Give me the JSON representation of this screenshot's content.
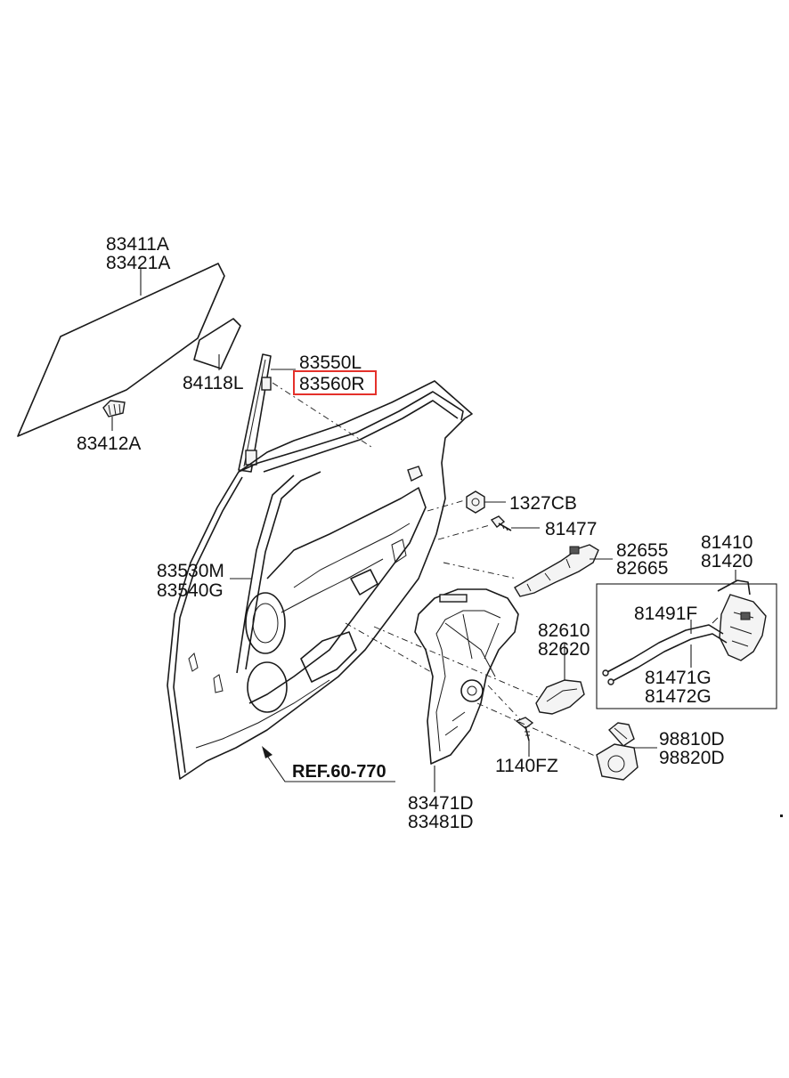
{
  "labels": {
    "p83411A": "83411A",
    "p83421A": "83421A",
    "p84118L": "84118L",
    "p83412A": "83412A",
    "p83550L": "83550L",
    "p83560R": "83560R",
    "p1327CB": "1327CB",
    "p81477": "81477",
    "p82655": "82655",
    "p82665": "82665",
    "p81410": "81410",
    "p81420": "81420",
    "p81491F": "81491F",
    "p83530M": "83530M",
    "p83540G": "83540G",
    "p82610": "82610",
    "p82620": "82620",
    "p81471G": "81471G",
    "p81472G": "81472G",
    "p98810D": "98810D",
    "p98820D": "98820D",
    "p1140FZ": "1140FZ",
    "ref": "REF.60-770",
    "p83471D": "83471D",
    "p83481D": "83481D"
  },
  "highlight": {
    "part": "83560R",
    "color": "#e4312b"
  }
}
